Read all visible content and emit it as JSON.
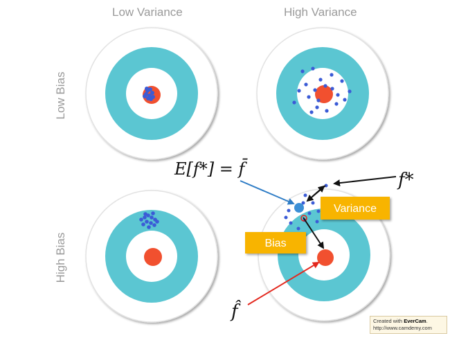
{
  "columns": {
    "left": "Low Variance",
    "right": "High Variance"
  },
  "rows": {
    "top": "Low Bias",
    "bottom": "High Bias"
  },
  "annotations": {
    "expectation": "E[f*] = f̄",
    "estimate": "f*",
    "truth": "f̂",
    "variance": "Variance",
    "bias": "Bias"
  },
  "colors": {
    "ring": "#5bc6d2",
    "bullseye": "#f1502f",
    "point": "#3b5bd6",
    "tag": "#f8b400",
    "arrow_blue": "#2f7dc6",
    "arrow_red": "#e3271d",
    "arrow_black": "#111111"
  },
  "watermark": {
    "line1_prefix": "Created with ",
    "brand": "EverCam",
    "line1_suffix": ".",
    "line2": "http://www.camdemy.com"
  }
}
